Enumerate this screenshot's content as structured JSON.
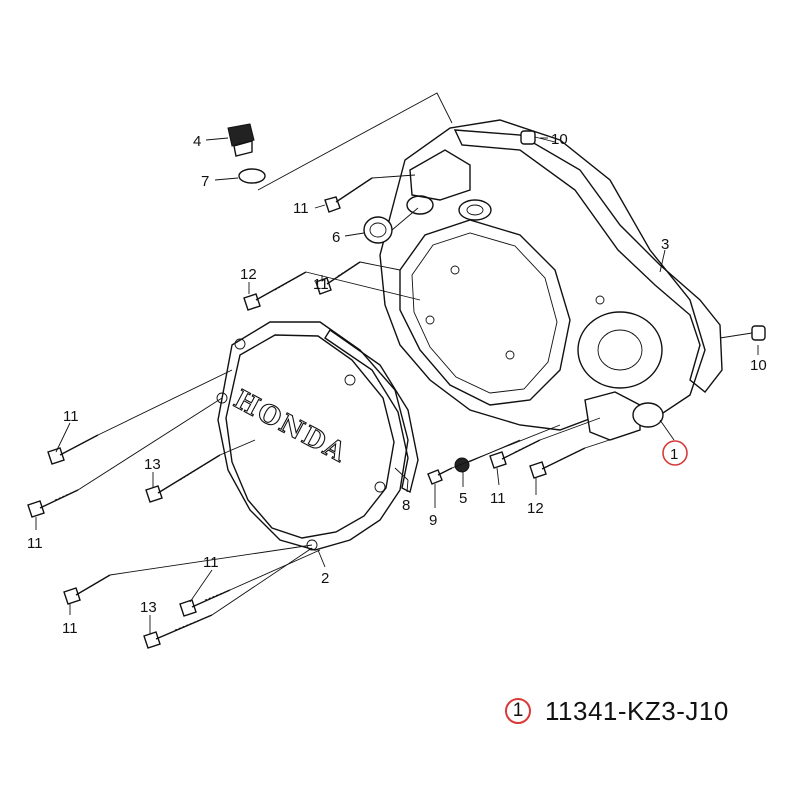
{
  "brand_text": "HONDA",
  "highlight_color": "#d83a3a",
  "callouts": {
    "c1": "1",
    "c2": "2",
    "c3": "3",
    "c4": "4",
    "c5": "5",
    "c6": "6",
    "c7": "7",
    "c8": "8",
    "c9": "9",
    "c10_top": "10",
    "c10_right": "10",
    "c11_a": "11",
    "c11_b": "11",
    "c11_c": "11",
    "c11_d": "11",
    "c11_e": "11",
    "c11_f": "11",
    "c11_g": "11",
    "c12_a": "12",
    "c12_b": "12",
    "c13_a": "13",
    "c13_b": "13"
  },
  "footer": {
    "ref": "1",
    "part_number": "11341-KZ3-J10"
  }
}
